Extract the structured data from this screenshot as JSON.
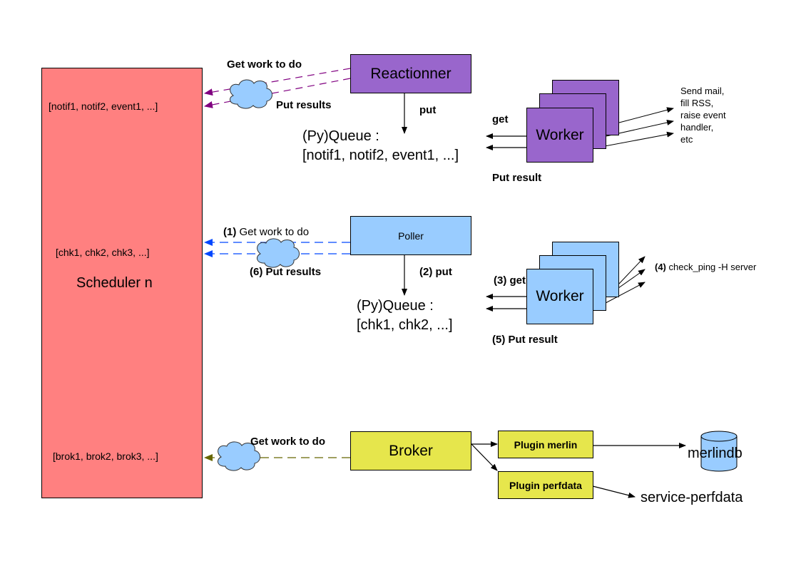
{
  "scheduler": {
    "notif_list": "[notif1, notif2, event1, ...]",
    "chk_list": "[chk1, chk2, chk3, ...]",
    "title": "Scheduler n",
    "brok_list": "[brok1, brok2, brok3, ...]"
  },
  "reactionner": {
    "title": "Reactionner",
    "get_work": "Get work to do",
    "put_results": "Put results",
    "put": "put",
    "queue_line1": "(Py)Queue :",
    "queue_line2": "[notif1, notif2, event1, ...]",
    "get": "get",
    "put_result": "Put result",
    "worker": "Worker",
    "actions": [
      "Send mail,",
      "fill RSS,",
      "raise event",
      "handler,",
      "etc"
    ]
  },
  "poller": {
    "title": "Poller",
    "step1": "(1)",
    "get_work": "Get work to do",
    "step6": "(6)",
    "put_results": "Put results",
    "step2": "(2)",
    "put": "put",
    "queue_line1": "(Py)Queue :",
    "queue_line2": "[chk1, chk2, ...]",
    "step3": "(3)",
    "get": "get",
    "step5": "(5)",
    "put_result": "Put result",
    "worker": "Worker",
    "step4": "(4)",
    "command": "check_ping -H server"
  },
  "broker": {
    "title": "Broker",
    "get_work": "Get work to do",
    "plugin_merlin": "Plugin merlin",
    "plugin_perfdata": "Plugin perfdata",
    "merlindb": "merlindb",
    "service_perfdata": "service-perfdata"
  },
  "colors": {
    "scheduler": "#ff8080",
    "reactionner": "#9966cc",
    "poller": "#99ccff",
    "broker": "#e6e64c",
    "cloud": "#99ccff",
    "purple_link": "#800080",
    "blue_link": "#0047ff",
    "olive_link": "#666600"
  }
}
